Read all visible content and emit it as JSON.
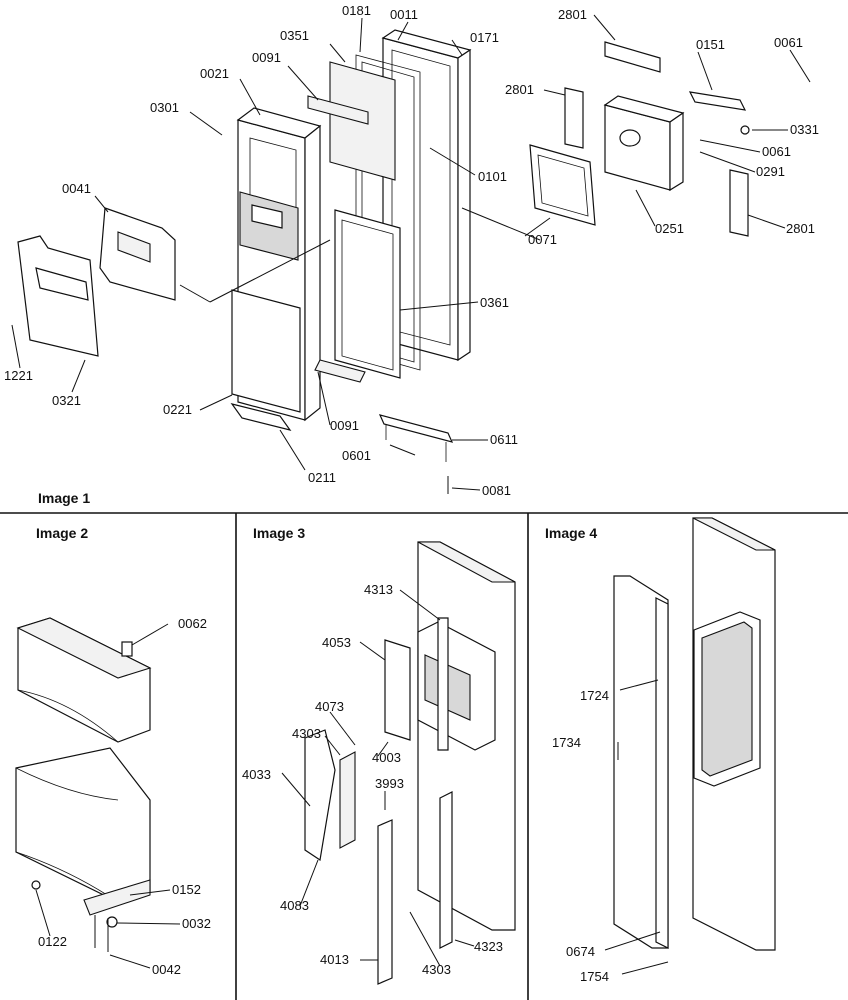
{
  "panels": {
    "image1": "Image 1",
    "image2": "Image 2",
    "image3": "Image 3",
    "image4": "Image 4"
  },
  "callouts": {
    "image1": [
      "0181",
      "0011",
      "0171",
      "0351",
      "0091",
      "0021",
      "0301",
      "0041",
      "1221",
      "0321",
      "0221",
      "0211",
      "0091",
      "0601",
      "0611",
      "0081",
      "0361",
      "0101",
      "0071",
      "0251",
      "2801",
      "2801",
      "2801",
      "0151",
      "0061",
      "0331",
      "0061",
      "0291"
    ],
    "image2": [
      "0062",
      "0152",
      "0032",
      "0042",
      "0122"
    ],
    "image3": [
      "4313",
      "4053",
      "4073",
      "4303",
      "4003",
      "4033",
      "3993",
      "4083",
      "4013",
      "4303",
      "4323"
    ],
    "image4": [
      "1724",
      "1734",
      "0674",
      "1754"
    ]
  }
}
